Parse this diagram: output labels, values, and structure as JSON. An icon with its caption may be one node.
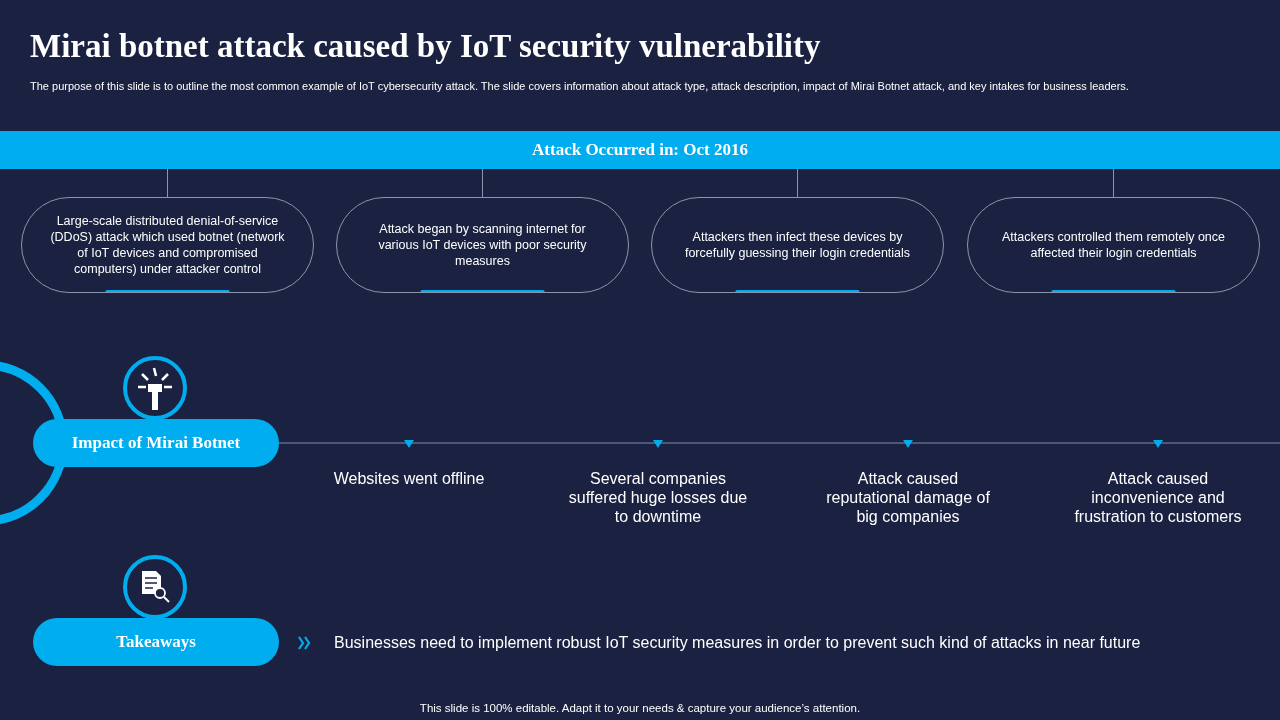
{
  "diagram": {
    "title": "Mirai botnet attack caused by IoT security vulnerability",
    "nodes": [
      {
        "text": [
          "Attack Occurred in: Oct 2016"
        ]
      },
      {
        "text": [
          "Large-scale distributed denial-of-service (DDoS) attack which used botnet (network of IoT devices and compromised computers) under attacker control"
        ]
      },
      {
        "text": [
          "Attack began by scanning internet for various IoT devices with poor security measures"
        ]
      },
      {
        "text": [
          "Attackers then infect these devices by forcefully guessing their login credentials"
        ]
      },
      {
        "text": [
          "Attackers controlled them remotely once affected their login credentials"
        ]
      },
      {
        "text": [
          "Impact of Mirai Botnet"
        ]
      },
      {
        "text": [
          "Takeaways"
        ]
      }
    ],
    "edges": [
      {
        "from": 0,
        "to": 1,
        "arrow": "none"
      },
      {
        "from": 0,
        "to": 2,
        "arrow": "none"
      },
      {
        "from": 0,
        "to": 3,
        "arrow": "none"
      },
      {
        "from": 0,
        "to": 4,
        "arrow": "none"
      }
    ],
    "labels": [
      "The purpose of this slide is to outline the most common example of IoT cybersecurity attack. The slide covers information about attack type, attack description, impact of Mirai Botnet attack, and key intakes for business leaders.",
      "Websites went offline",
      "Several companies suffered huge losses due to downtime",
      "Attack caused reputational damage of big companies",
      "Attack caused inconvenience and frustration to customers",
      "Businesses need to implement robust IoT security measures in order to prevent such kind of attacks in near future",
      "This slide is 100% editable. Adapt it to your needs & capture your audience’s attention."
    ]
  }
}
